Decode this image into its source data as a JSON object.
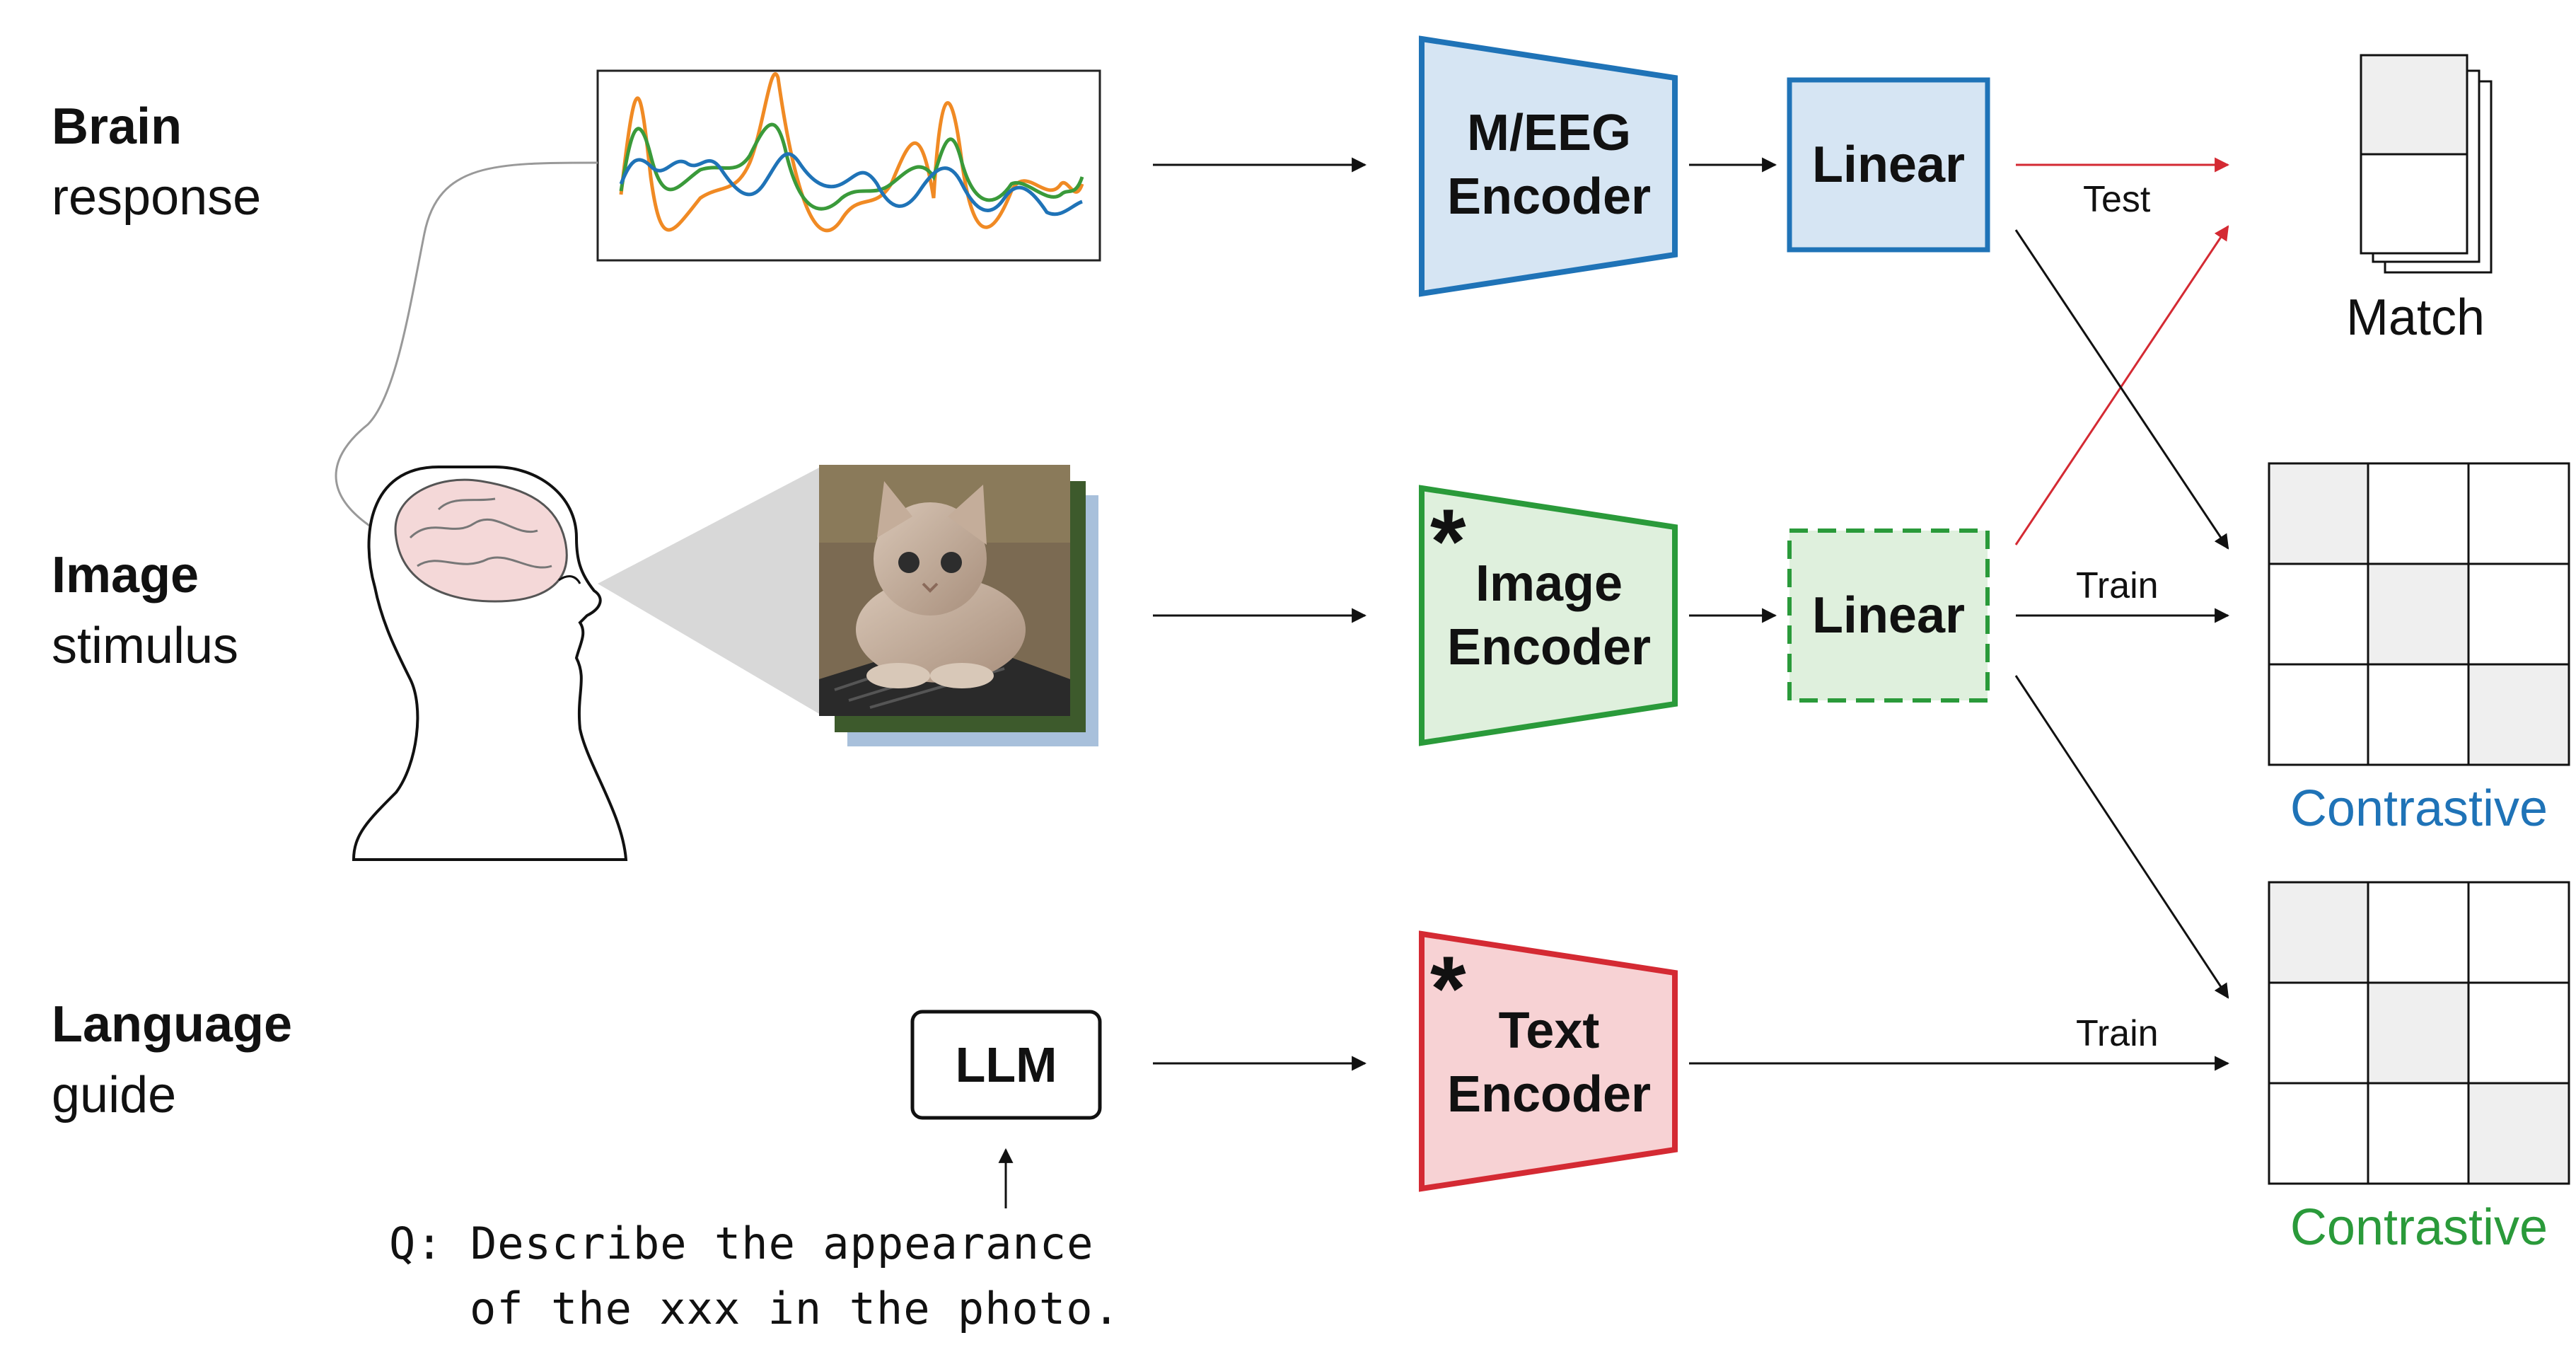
{
  "rows": {
    "brain": {
      "title": "Brain",
      "subtitle": "response"
    },
    "image": {
      "title": "Image",
      "subtitle": "stimulus"
    },
    "language": {
      "title": "Language",
      "subtitle": "guide"
    }
  },
  "llm": {
    "label": "LLM"
  },
  "question": {
    "line1": "Q: Describe the appearance",
    "line2": "of the xxx in the photo."
  },
  "encoders": {
    "meeg": {
      "line1": "M/EEG",
      "line2": "Encoder",
      "fill": "#d6e5f3",
      "stroke": "#1f73b7"
    },
    "image": {
      "line1": "Image",
      "line2": "Encoder",
      "fill": "#dff0dd",
      "stroke": "#2a9a3a",
      "marker": "*"
    },
    "text": {
      "line1": "Text",
      "line2": "Encoder",
      "fill": "#f7d2d4",
      "stroke": "#d42a33",
      "marker": "*"
    }
  },
  "linears": {
    "brain": {
      "label": "Linear",
      "style": "solid"
    },
    "image": {
      "label": "Linear",
      "style": "dashed"
    }
  },
  "edge_labels": {
    "test": "Test",
    "train_image": "Train",
    "train_text": "Train"
  },
  "outputs": {
    "match": {
      "label": "Match"
    },
    "contrastive_brain": {
      "label": "Contrastive",
      "color": "#1f73b7"
    },
    "contrastive_text": {
      "label": "Contrastive",
      "color": "#2a9a3a"
    }
  },
  "colors": {
    "test_arrow": "#d42a33",
    "arrow": "#111111",
    "grid_diag": "#efefef"
  }
}
